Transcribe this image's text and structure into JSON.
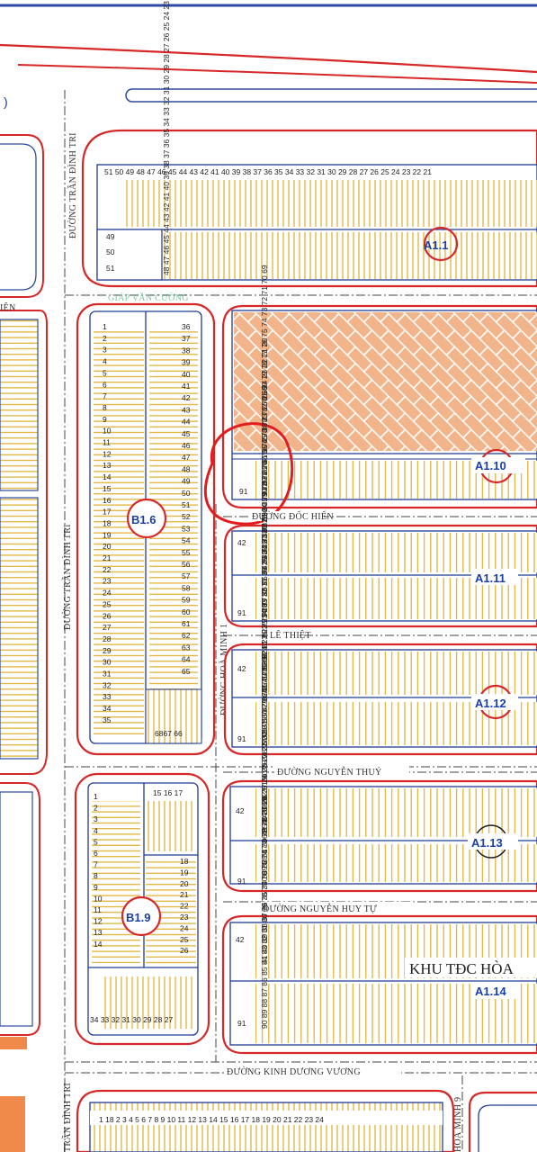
{
  "streets": {
    "tran_dinh_tri_top": "ĐƯỜNG TRẦN ĐÌNH TRI",
    "tran_dinh_tri_mid": "ĐƯỜNG TRẦN ĐÌNH TRI",
    "tran_dinh_tri_bottom": "TRẦN ĐÌNH TRI",
    "giap_van_cuong": "GIÁP VĂN CƯỜNG",
    "duong_doc_hien": "ĐƯỜNG ĐỐC HIẾN",
    "le_thiet": "LÊ THIỆT",
    "hoa_minh_1": "ĐƯỜNG HOÀ MINH 1",
    "nguyen_thuy": "ĐƯỜNG NGUYỄN THUÝ",
    "nguyen_huy_tu": "ĐƯỜNG NGUYỄN HUY TỰ",
    "kinh_duong_vuong": "ĐƯỜNG KINH DƯƠNG VƯƠNG",
    "left_stub": "IÊN",
    "hoa_minh_bottom": "HOÀ MINH 9"
  },
  "blocks": {
    "a1_1": "A1.1",
    "a1_10": "A1.10",
    "a1_11": "A1.11",
    "a1_12": "A1.12",
    "a1_13": "A1.13",
    "a1_14": "A1.14",
    "b1_6": "B1.6",
    "b1_9": "B1.9"
  },
  "area_label": "KHU TĐC HÒA",
  "lots": {
    "a1_1_top": "51 50 49 48 47 46 45 44 43 42 41 40 39 38 37 36 35 34 33 32 31 30 29 28 27 26 25 24 23 22 21",
    "a1_1_left": [
      "49",
      "50",
      "51"
    ],
    "a1_1_bottom": "48 47 46 45 44 43 42 41 40 39 38 37 36 35 34 33 32 31 30 29 28 27 26 25 24 23 22 21 20",
    "b1_6_left": [
      "1",
      "2",
      "3",
      "4",
      "5",
      "6",
      "7",
      "8",
      "9",
      "10",
      "11",
      "12",
      "13",
      "14",
      "15",
      "16",
      "17",
      "18",
      "19",
      "20",
      "21",
      "22",
      "23",
      "24",
      "25",
      "26",
      "27",
      "28",
      "29",
      "30",
      "31",
      "32",
      "33",
      "34",
      "35"
    ],
    "b1_6_right": [
      "36",
      "37",
      "38",
      "39",
      "40",
      "41",
      "42",
      "43",
      "44",
      "45",
      "46",
      "47",
      "48",
      "49",
      "50",
      "51",
      "52",
      "53",
      "54",
      "55",
      "56",
      "57",
      "58",
      "59",
      "60",
      "61",
      "62",
      "63",
      "64",
      "65"
    ],
    "b1_6_bottom": "6867 66",
    "b1_9_left": [
      "1",
      "2",
      "3",
      "4",
      "5",
      "6",
      "7",
      "8",
      "9",
      "10",
      "11",
      "12",
      "13",
      "14"
    ],
    "b1_9_top": "15 16 17",
    "b1_9_right": [
      "18",
      "19",
      "20",
      "21",
      "22",
      "23",
      "24",
      "25",
      "26"
    ],
    "b1_9_bottom": "34 33 32 31 30 29 28 27",
    "row_top_start": "42",
    "row_top_nums": "41 40 39 38 37 36 35 34 33 32 31 30 29 28 27 26 25 24 23 22 21 20",
    "row_bottom_start": "91",
    "row_bottom_nums": "90 89 88 87 86 85 84 83 82 81 80 79 78 77 76 75 74 73 72 71 70 69",
    "bottom_row": "1 18 2 3 4 5 6 7 8 9 10 11 12 13 14 15 16 17 18 19 20 21 22 23 24"
  },
  "colors": {
    "road": "#d62828",
    "lot_line": "#e0b43a",
    "block_border": "#1f3a93",
    "park": "#e9a77a",
    "highlight": "#e11d1d"
  }
}
